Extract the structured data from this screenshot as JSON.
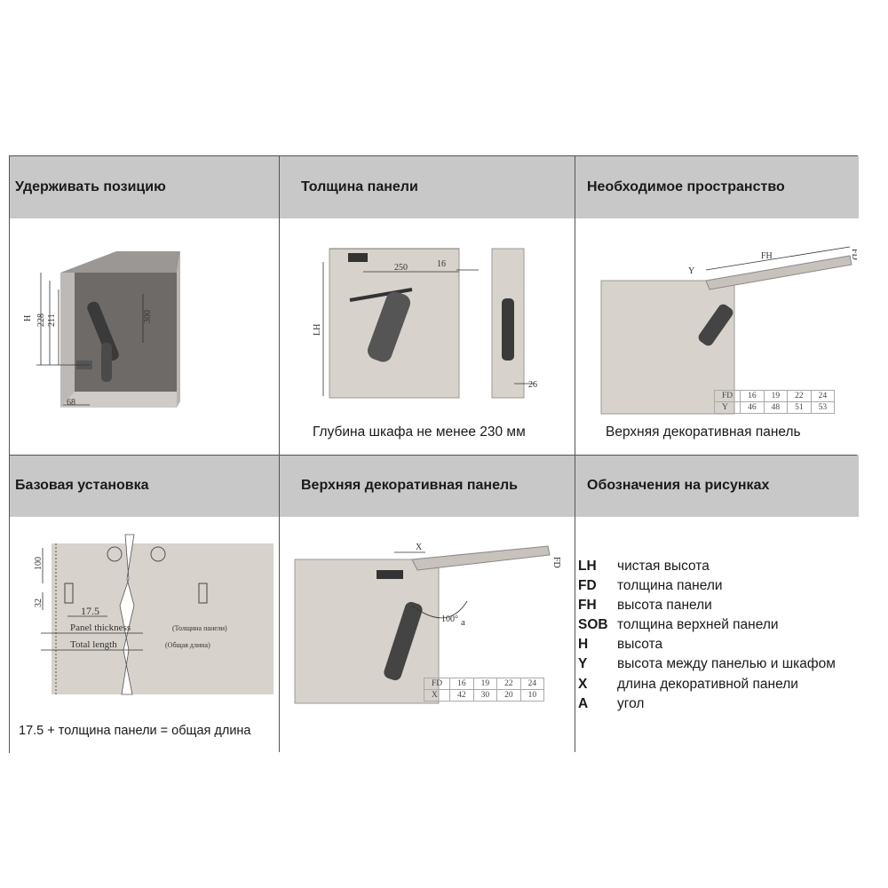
{
  "cells": {
    "hold": {
      "title": "Удерживать позицию",
      "dims": {
        "h": "H",
        "d228": "228",
        "d211": "211",
        "d300": "300",
        "d68": "68"
      }
    },
    "thickness": {
      "title": "Толщина панели",
      "caption": "Глубина шкафа не менее 230 мм",
      "dims": {
        "d250": "250",
        "d16": "16",
        "lh": "LH",
        "d26": "26"
      }
    },
    "space": {
      "title": "Необходимое пространство",
      "caption": "Верхняя декоративная панель",
      "dims": {
        "fh": "FH",
        "fd": "FD",
        "y": "Y"
      },
      "table": {
        "rows": [
          [
            "FD",
            "16",
            "19",
            "22",
            "24"
          ],
          [
            "Y",
            "46",
            "48",
            "51",
            "53"
          ]
        ]
      }
    },
    "base": {
      "title": "Базовая установка",
      "caption": "17.5 + толщина панели = общая длина",
      "dims": {
        "d100": "100",
        "d32": "32",
        "d175": "17.5"
      },
      "labels": {
        "panel_thickness": "Panel thickness",
        "total_length": "Total length",
        "panel_thickness_ru": "(Толщина панели)",
        "total_length_ru": "(Общая длина)"
      }
    },
    "top_panel": {
      "title": "Верхняя декоративная панель",
      "dims": {
        "x": "X",
        "fd": "FD",
        "angle": "100°",
        "a": "a"
      },
      "table": {
        "rows": [
          [
            "FD",
            "16",
            "19",
            "22",
            "24"
          ],
          [
            "X",
            "42",
            "30",
            "20",
            "10"
          ]
        ]
      }
    },
    "legend": {
      "title": "Обозначения на рисунках",
      "items": [
        {
          "key": "LH",
          "text": "чистая высота"
        },
        {
          "key": "FD",
          "text": "толщина панели"
        },
        {
          "key": "FH",
          "text": "высота панели"
        },
        {
          "key": "SOB",
          "text": "толщина верхней панели"
        },
        {
          "key": "H",
          "text": "высота"
        },
        {
          "key": "Y",
          "text": "высота между панелью и шкафом"
        },
        {
          "key": "X",
          "text": "длина декоративной панели"
        },
        {
          "key": "A",
          "text": "угол"
        }
      ]
    }
  },
  "colors": {
    "header_bg": "#c8c8c8",
    "border": "#555555",
    "wood": "#d7d2cc",
    "cabinet_inner": "#6e6a68"
  }
}
